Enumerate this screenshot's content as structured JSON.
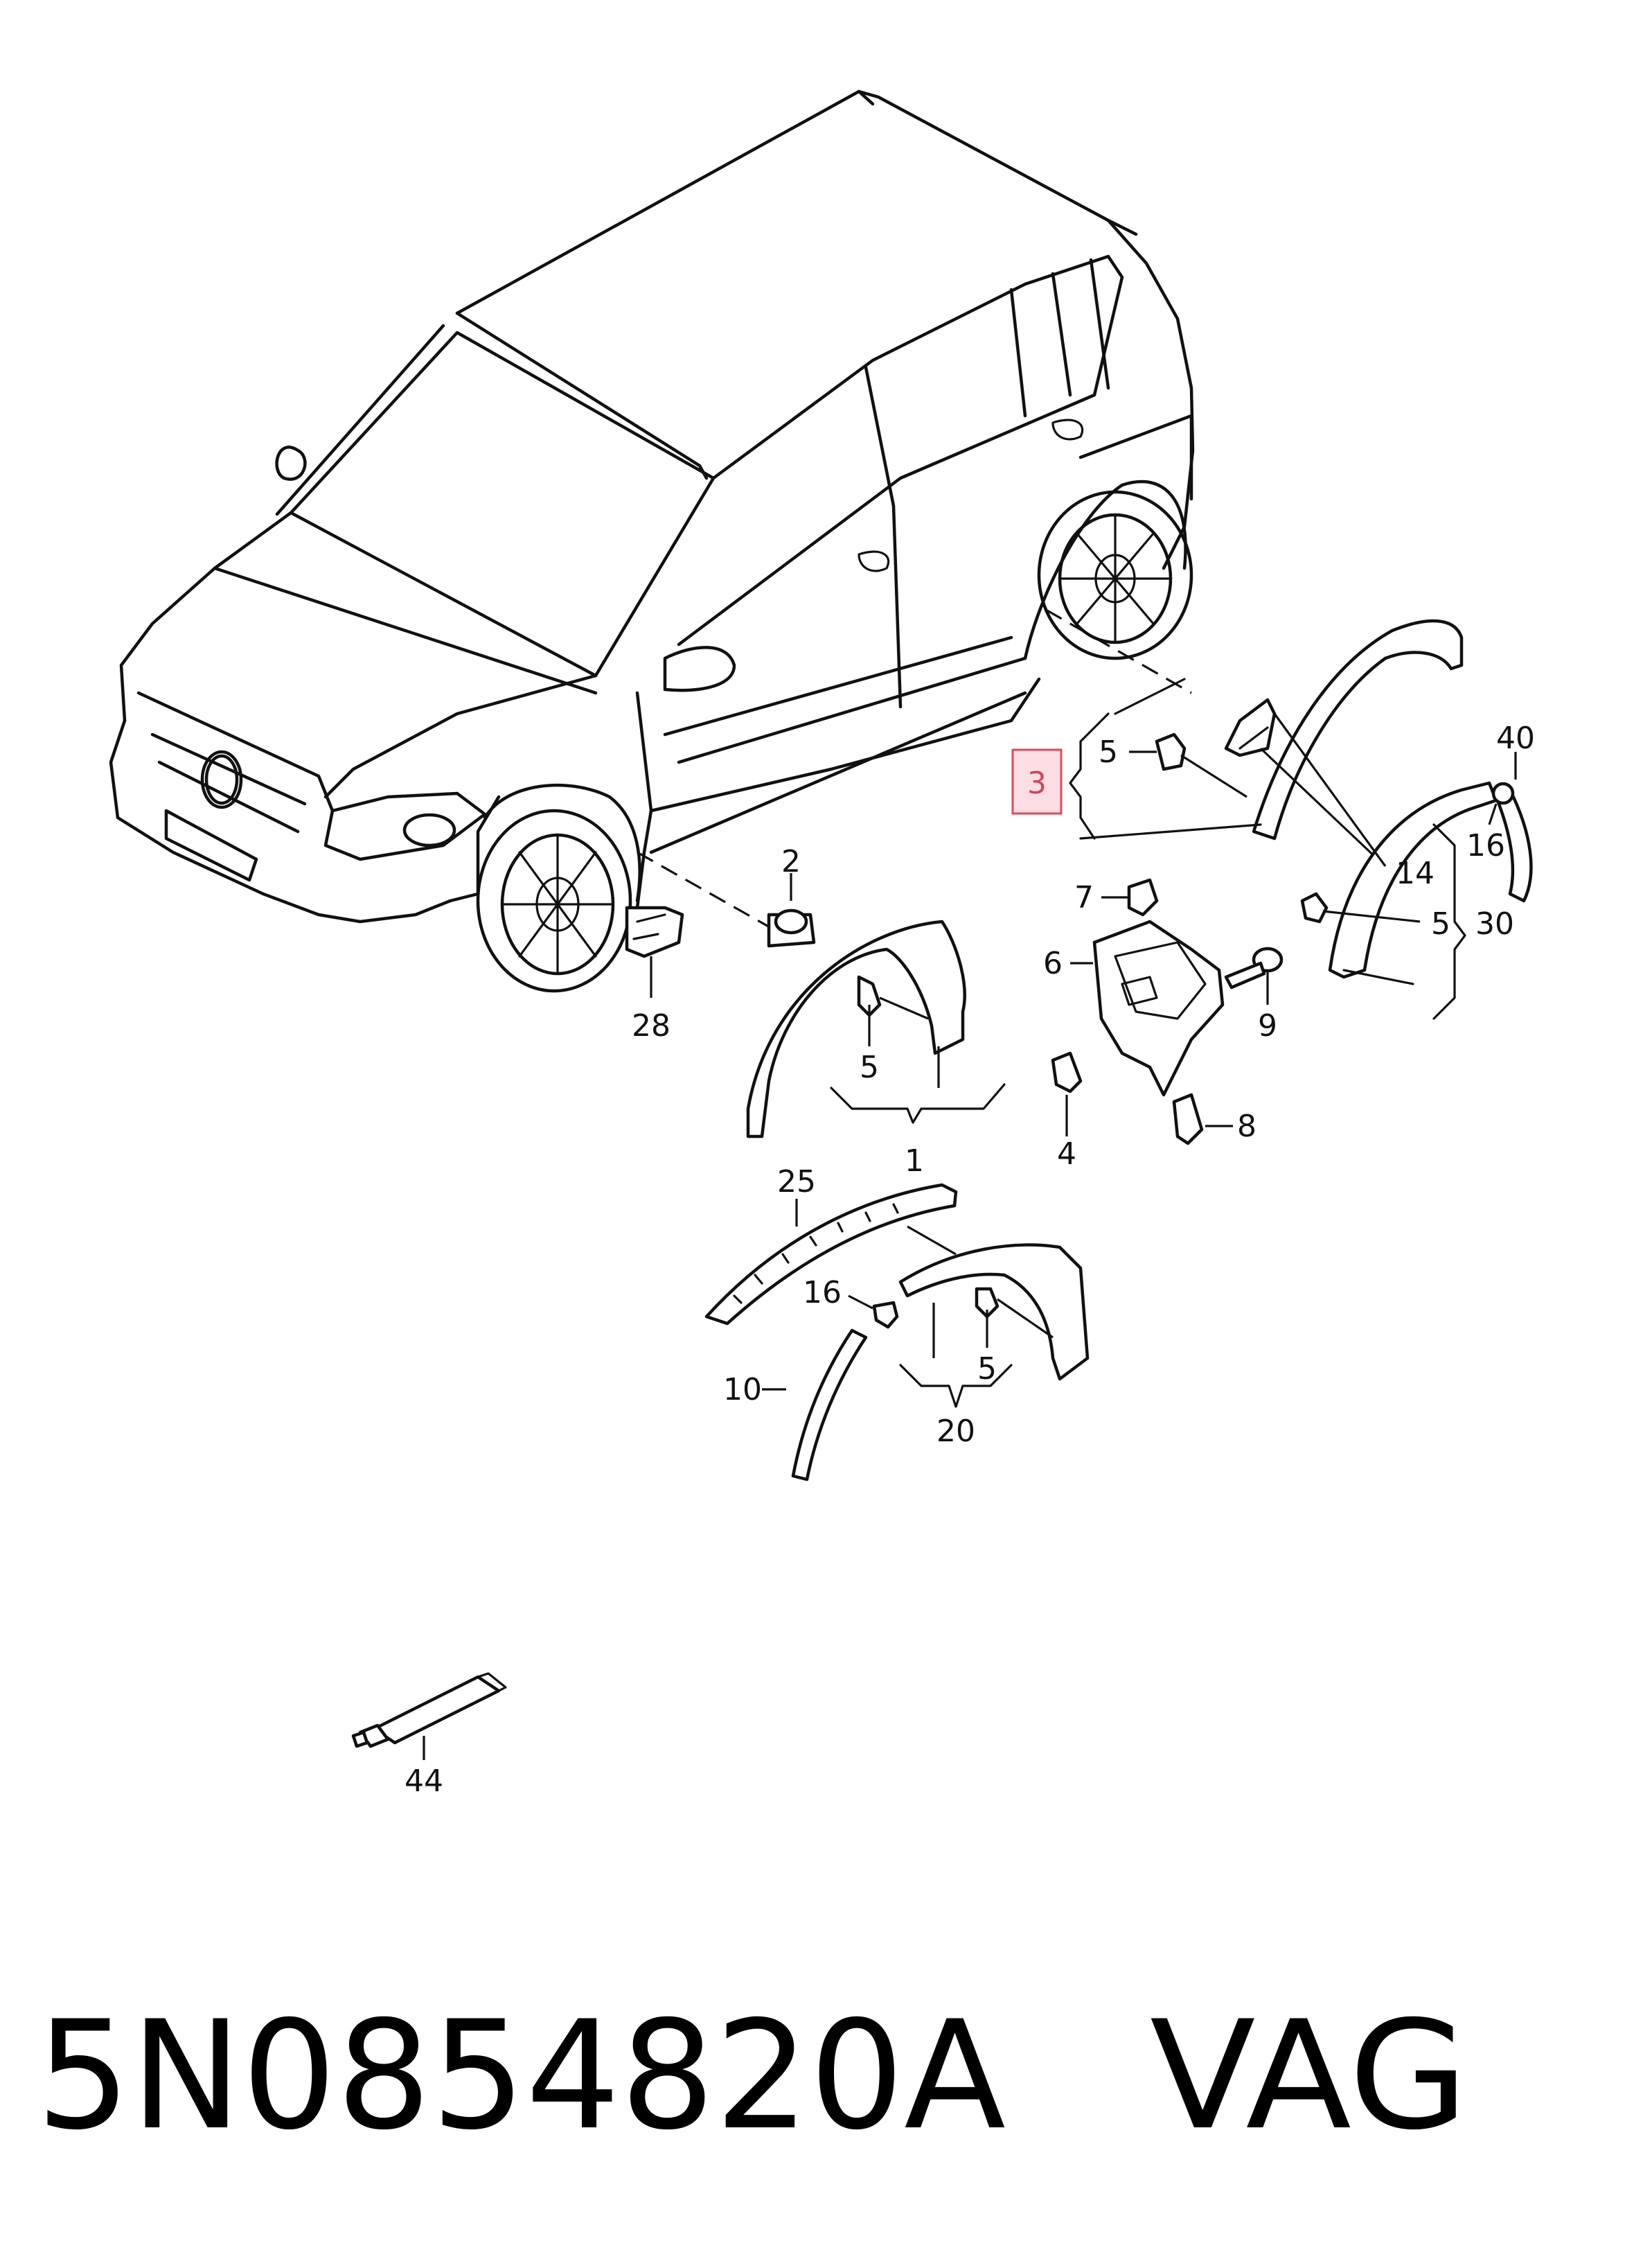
{
  "diagram": {
    "highlighted_callout": "3",
    "callouts": {
      "c1": "1",
      "c2": "2",
      "c3": "3",
      "c4": "4",
      "c5a": "5",
      "c5b": "5",
      "c5c": "5",
      "c5d": "5",
      "c6": "6",
      "c7": "7",
      "c8": "8",
      "c9": "9",
      "c10": "10",
      "c14": "14",
      "c16a": "16",
      "c16b": "16",
      "c20": "20",
      "c25": "25",
      "c28": "28",
      "c30": "30",
      "c40": "40",
      "c44": "44"
    }
  },
  "footer": {
    "part_number": "5N0854820A",
    "brand": "VAG"
  }
}
